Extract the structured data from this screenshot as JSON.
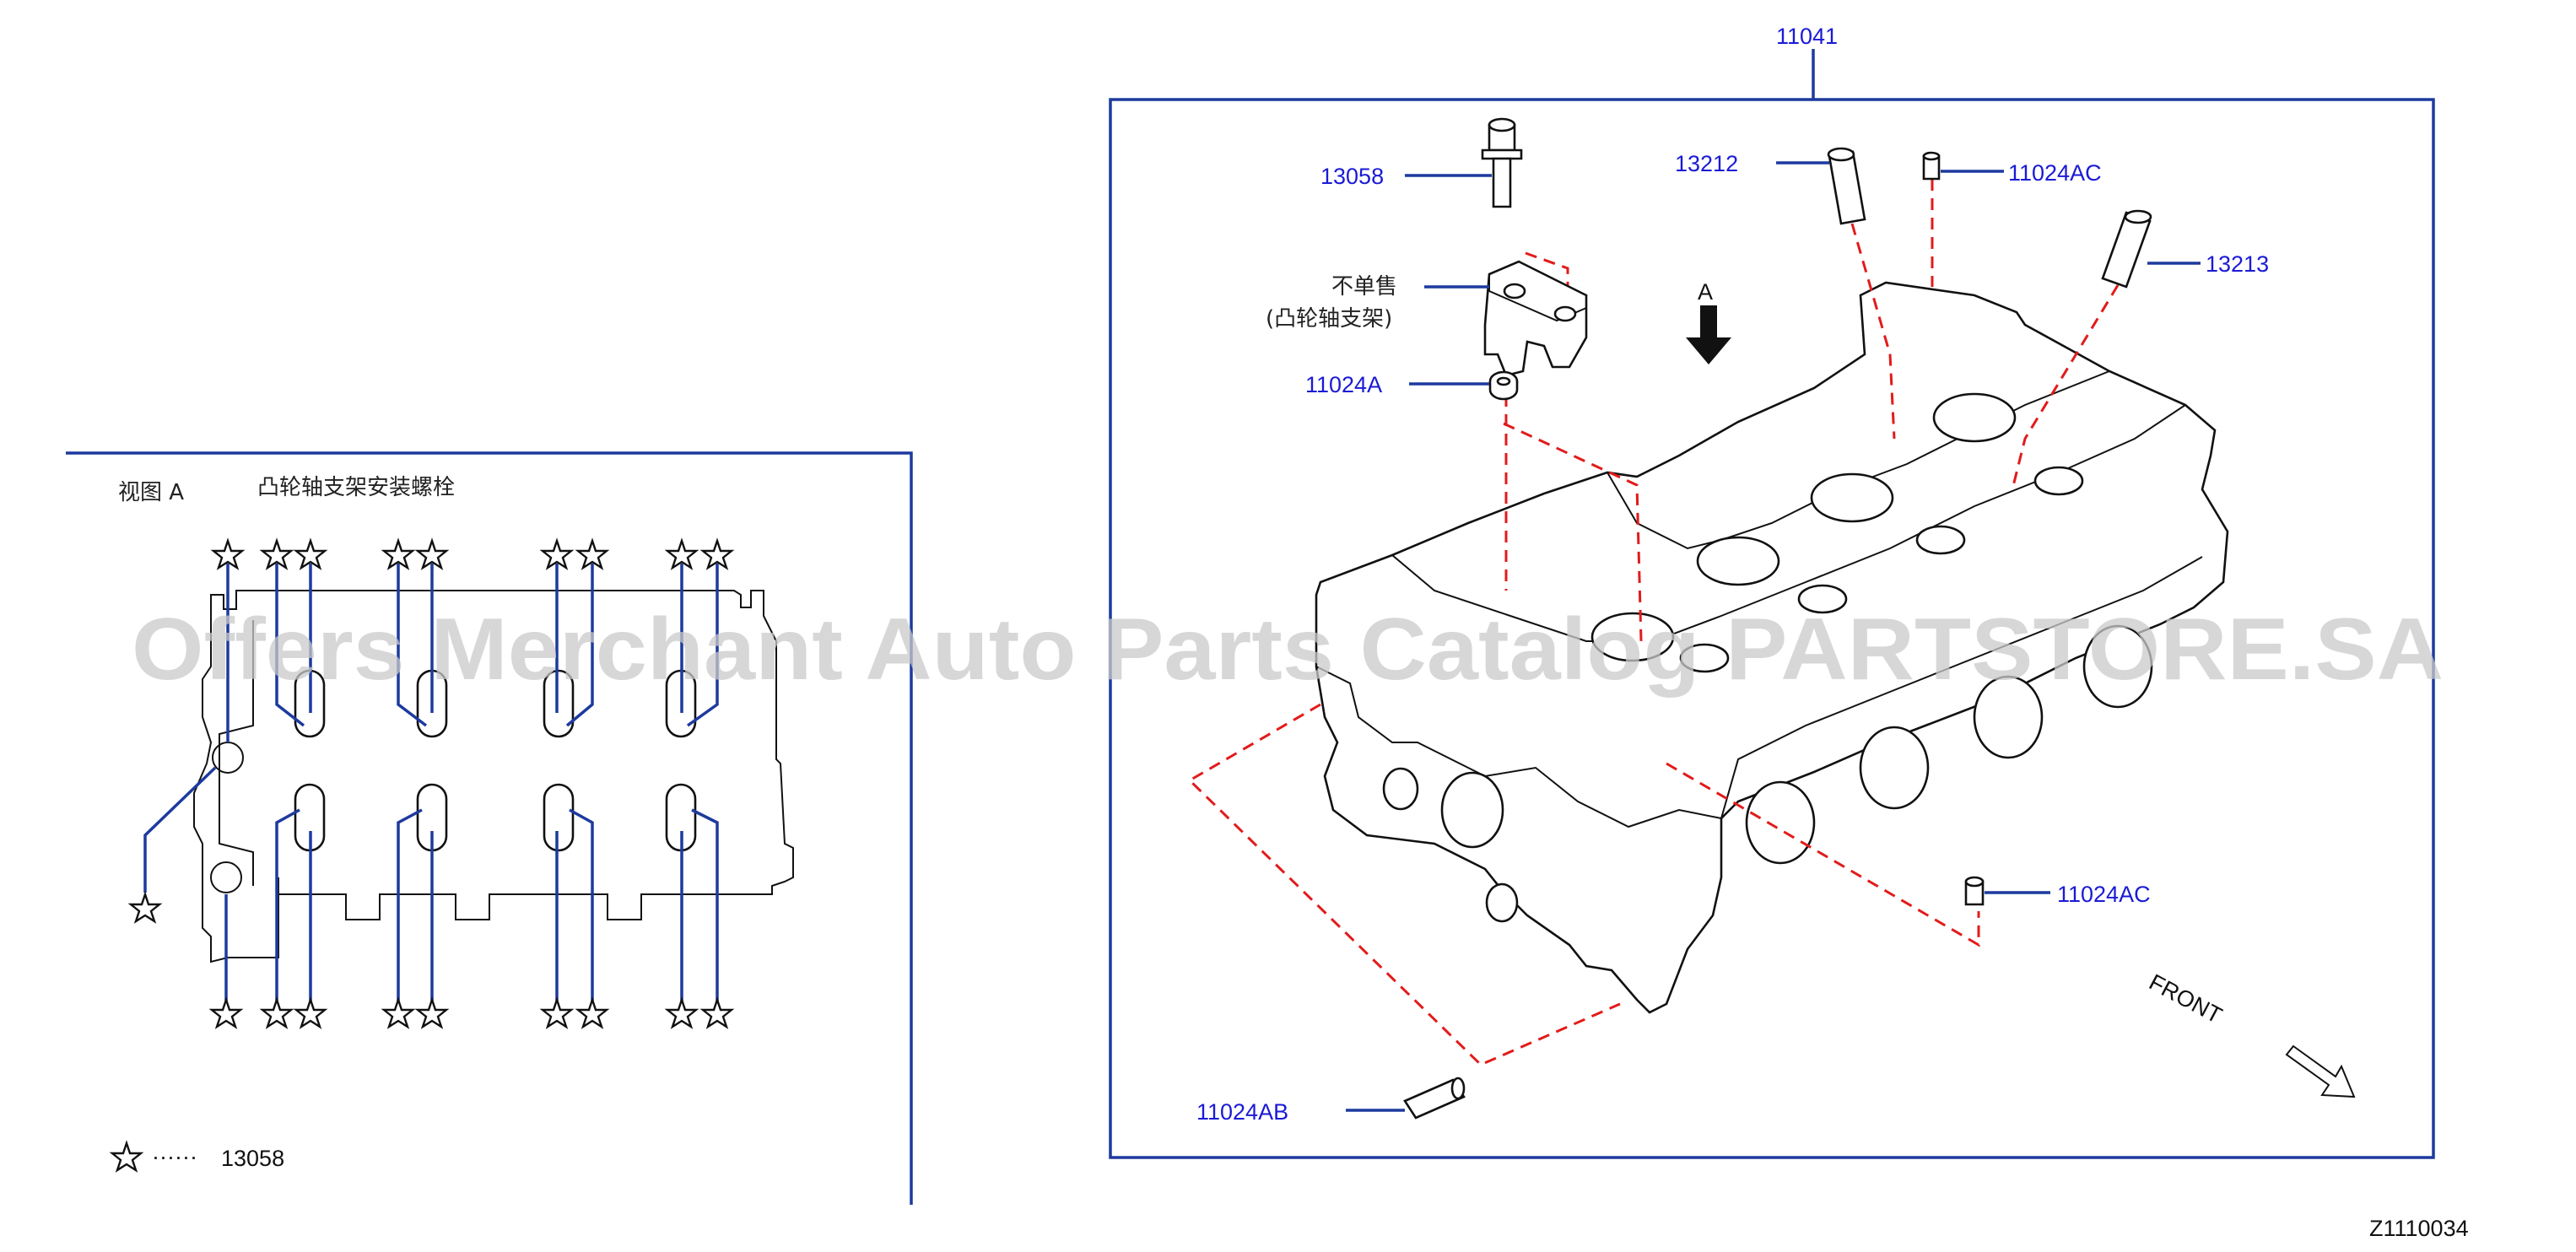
{
  "diagram": {
    "main_part_number": "11041",
    "callouts": {
      "bolt": "13058",
      "not_sold": "不单售",
      "not_sold_desc": "(凸轮轴支架)",
      "washer": "11024A",
      "pin_a": "13212",
      "pin_b": "13213",
      "dowel_top": "11024AC",
      "dowel_right": "11024AC",
      "dowel_bottom": "11024AB"
    },
    "arrow_view_label": "A",
    "front_label": "FRONT",
    "diagram_code": "Z1110034"
  },
  "view_a": {
    "title": "视图 A",
    "subtitle": "凸轮轴支架安装螺栓",
    "legend_dots": "······",
    "legend_part": "13058"
  },
  "watermark": "Offers Merchant Auto Parts Catalog PARTSTORE.SA"
}
